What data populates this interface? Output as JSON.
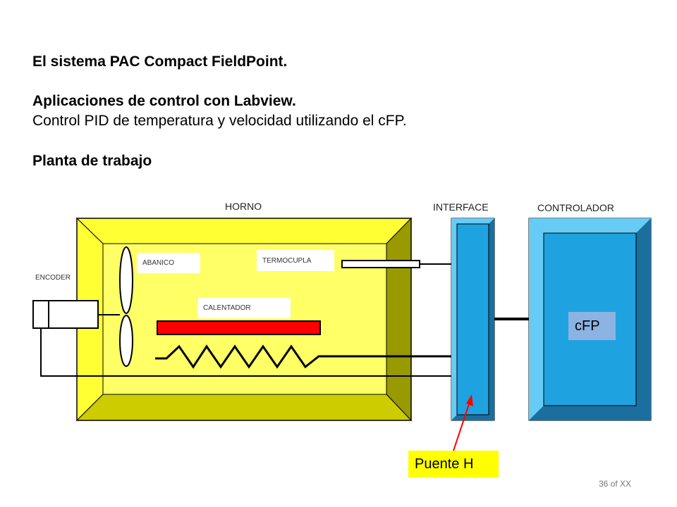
{
  "title_line1": "El sistema PAC Compact FieldPoint.",
  "title_line2": "Aplicaciones de control con  Labview.",
  "title_line3": "Control PID de temperatura y velocidad utilizando el cFP.",
  "title_line4": "Planta de trabajo",
  "diagram": {
    "horno_label": "HORNO",
    "interface_label": "INTERFACE",
    "controlador_label": "CONTROLADOR",
    "encoder_label": "ENCODER",
    "abanico_label": "ABANICO",
    "termocupla_label": "TERMOCUPLA",
    "calentador_label": "CALENTADOR",
    "cfp_label": "cFP",
    "puente_label": "Puente H"
  },
  "colors": {
    "oven_face": "#ffff66",
    "oven_bevel_light": "#ffff33",
    "oven_bevel_dark": "#999900",
    "interface_blue": "#1fa2e0",
    "controller_blue": "#1fa2e0",
    "heater_red": "#ff0000",
    "puente_bg": "#ffff00",
    "cfp_bg": "#8db3e2"
  },
  "footer": {
    "page": "36 of XX"
  }
}
